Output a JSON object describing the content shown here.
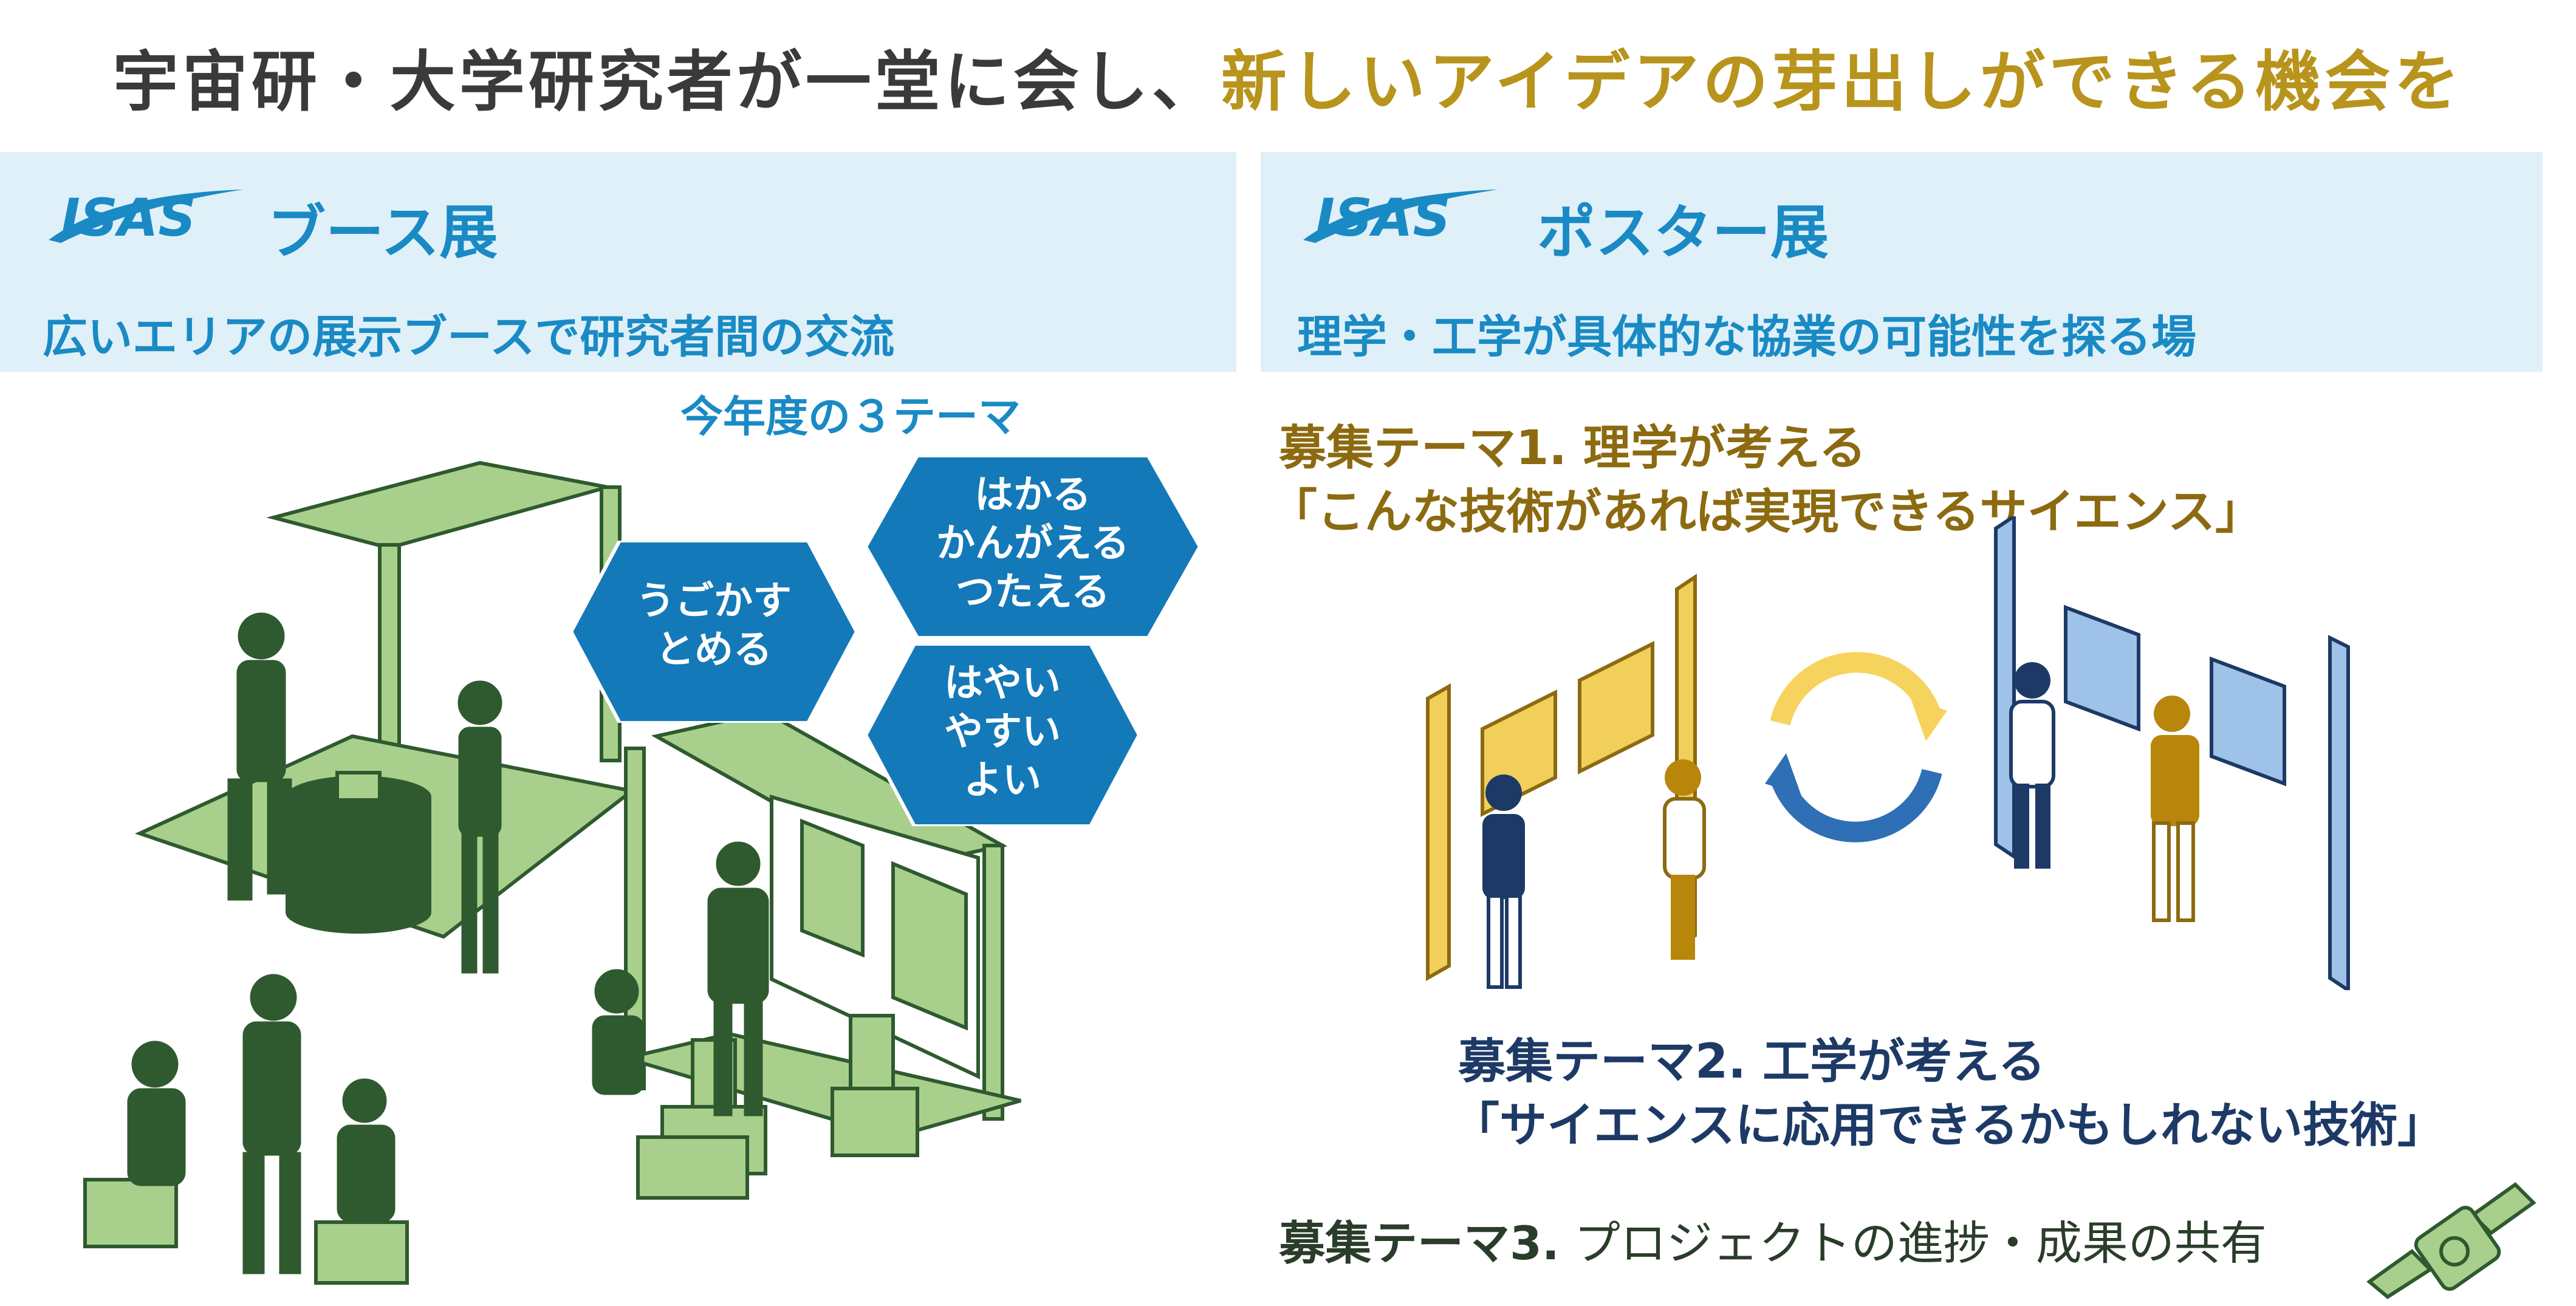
{
  "headline": {
    "part1": "宇宙研・大学研究者が一堂に会し、",
    "part2": "新しいアイデアの芽出しができる機会を"
  },
  "booth": {
    "title": "ブース展",
    "subtitle": "広いエリアの展示ブースで研究者間の交流",
    "themes_label": "今年度の３テーマ",
    "hex1": [
      "うごかす",
      "とめる"
    ],
    "hex2": [
      "はかる",
      "かんがえる",
      "つたえる"
    ],
    "hex3": [
      "はやい",
      "やすい",
      "よい"
    ]
  },
  "poster": {
    "title": "ポスター展",
    "subtitle": "理学・工学が具体的な協業の可能性を探る場",
    "theme1_title": "募集テーマ1. 理学が考える",
    "theme1_body": "「こんな技術があれば実現できるサイエンス」",
    "theme2_title": "募集テーマ2. 工学が考える",
    "theme2_body": "「サイエンスに応用できるかもしれない技術」",
    "theme3_label": "募集テーマ3.",
    "theme3_text": "プロジェクトの進捗・成果の共有"
  },
  "colors": {
    "accent_gold": "#b8941c",
    "isas_blue": "#1a8ac4",
    "hex_blue": "#1479b8",
    "panel_bg": "#dff0f8",
    "green": "#a8d08c",
    "navy": "#1d3a66"
  },
  "icons": [
    "isas-logo-icon",
    "refresh-cycle-icon",
    "satellite-icon"
  ]
}
